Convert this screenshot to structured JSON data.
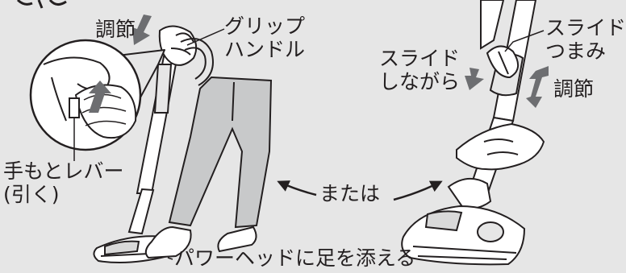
{
  "labels": {
    "adjust_left": "調節",
    "grip_handle": "グリップ\nハンドル",
    "hand_lever": "手もとレバー\n(引く)",
    "or": "または",
    "foot_on_power_head": "パワーヘッドに足を添える",
    "slide_while": "スライド\nしながら",
    "slide_knob": "スライド\nつまみ",
    "adjust_right": "調節"
  },
  "colors": {
    "background": "#e6e6e6",
    "line": "#231f20",
    "arrow": "#6d6e71",
    "leg": "#c8c9ca",
    "white": "#ffffff"
  },
  "icons": [
    "double-arrow-icon",
    "down-arrow-icon",
    "curved-arrow-icon",
    "magnifier-callout-icon"
  ]
}
